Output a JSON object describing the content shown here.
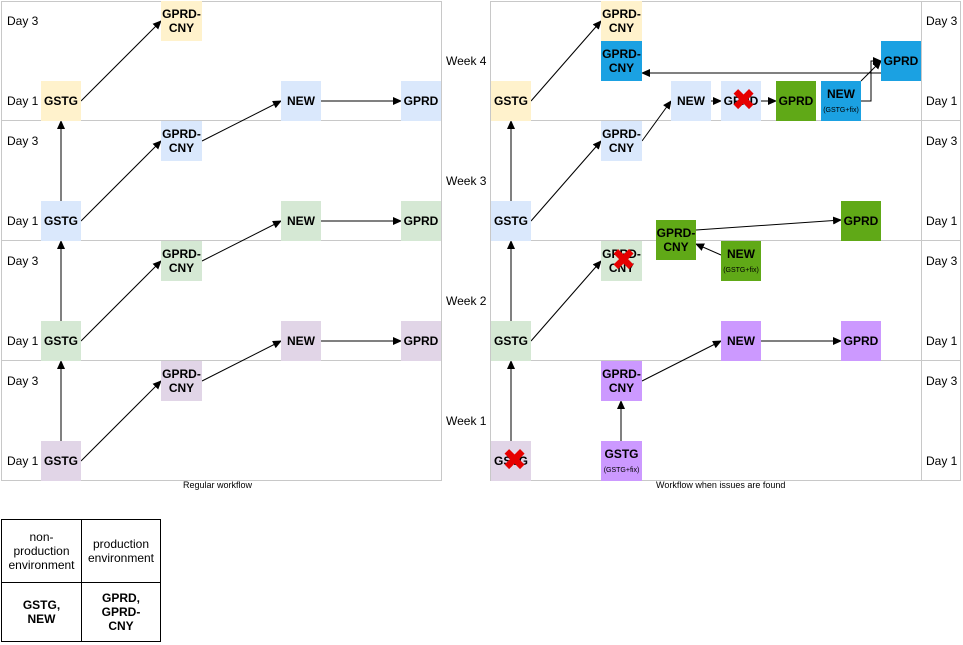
{
  "row_labels": {
    "day3": "Day 3",
    "day1": "Day 1"
  },
  "weeks": [
    "Week 4",
    "Week 3",
    "Week 2",
    "Week 1"
  ],
  "captions": {
    "regular": "Regular workflow",
    "issues": "Workflow when issues are found"
  },
  "nodes": {
    "gstg": "GSTG",
    "gprd_cny": "GPRD-\nCNY",
    "new": "NEW",
    "gprd": "GPRD",
    "fix_note": "(GSTG+fix)"
  },
  "legend": {
    "nonprod_header": "non-\nproduction\nenvironment",
    "prod_header": "production\nenvironment",
    "nonprod_value": "GSTG,\nNEW",
    "prod_value": "GPRD,\nGPRD-\nCNY"
  },
  "colors": {
    "yellow": "#fff2cc",
    "blue": "#dae8fc",
    "green": "#d5e8d4",
    "purple": "#e1d5e7",
    "dark_blue": "#1ba1e2",
    "dark_green": "#60a917",
    "dark_purple": "#cc99ff",
    "error_x": "#e60000",
    "grid": "#cccccc"
  },
  "icons": {
    "failed": "x-mark-icon"
  }
}
